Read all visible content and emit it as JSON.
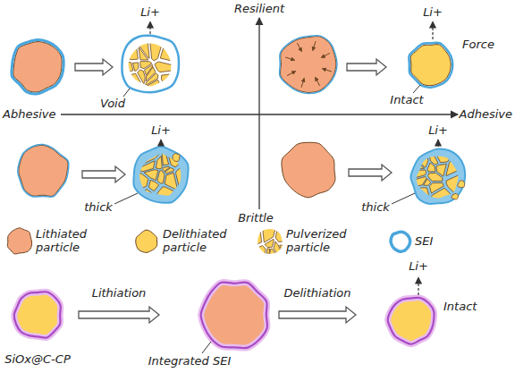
{
  "diagram": {
    "labels": [
      "Resilient",
      "Li+",
      "Li+",
      "Force",
      "Abhesive",
      "Adhesive",
      "Void",
      "Intact",
      "Li+",
      "Li+",
      "thick",
      "Brittle",
      "thick",
      "Lithiation",
      "Delithiation",
      "Li+",
      "Intact",
      "SiOx@C-CP",
      "Integrated SEI"
    ],
    "legend": [
      {
        "text": "Lithiated particle",
        "color": "#f4a77e"
      },
      {
        "text": "Delithiated particle",
        "color": "#fcd25a"
      },
      {
        "text": "Pulverized particle"
      },
      {
        "text": "SEI"
      }
    ]
  }
}
